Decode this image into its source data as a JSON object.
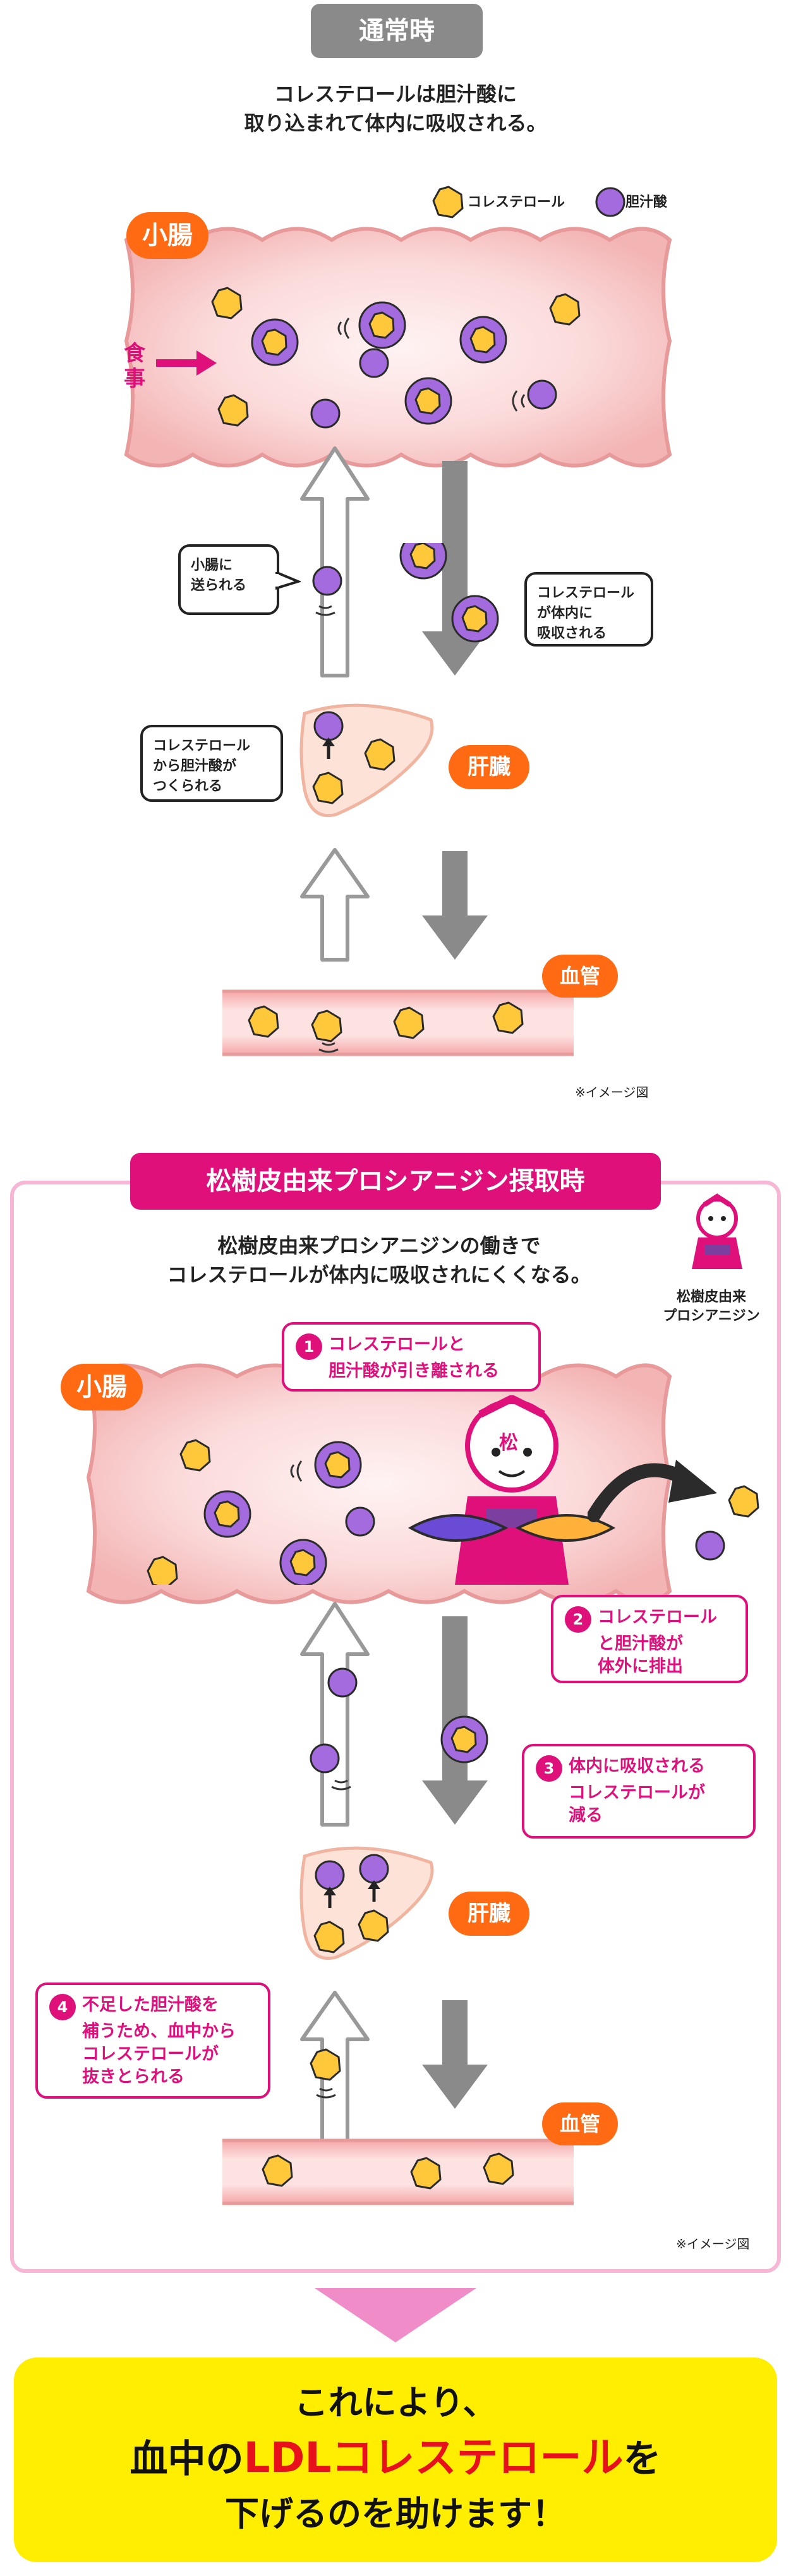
{
  "normal": {
    "title": "通常時",
    "desc_line1": "コレステロールは胆汁酸に",
    "desc_line2": "取り込まれて体内に吸収される。",
    "legend": {
      "cholesterol": "コレステロール",
      "bile_acid": "胆汁酸"
    },
    "small_intestine": "小腸",
    "meal": "食事",
    "callout_sent_1": "小腸に",
    "callout_sent_2": "送られる",
    "callout_absorbed_1": "コレステロール",
    "callout_absorbed_2": "が体内に",
    "callout_absorbed_3": "吸収される",
    "callout_made_1": "コレステロール",
    "callout_made_2": "から胆汁酸が",
    "callout_made_3": "つくられる",
    "liver": "肝臓",
    "vessel": "血管",
    "note": "※イメージ図"
  },
  "pine": {
    "title": "松樹皮由来プロシアニジン摂取時",
    "desc_line1": "松樹皮由来プロシアニジンの働きで",
    "desc_line2": "コレステロールが体内に吸収されにくくなる。",
    "character_label_1": "松樹皮由来",
    "character_label_2": "プロシアニジン",
    "character_mark": "松",
    "small_intestine": "小腸",
    "callouts": [
      {
        "num": "1",
        "line1": "コレステロールと",
        "line2": "胆汁酸が引き離される",
        "line3": ""
      },
      {
        "num": "2",
        "line1": "コレステロール",
        "line2": "と胆汁酸が",
        "line3": "体外に排出"
      },
      {
        "num": "3",
        "line1": "体内に吸収される",
        "line2": "コレステロールが",
        "line3": "減る"
      },
      {
        "num": "4",
        "line1": "不足した胆汁酸を",
        "line2": "補うため、血中から",
        "line3": "コレステロールが",
        "line4": "抜きとられる"
      }
    ],
    "liver": "肝臓",
    "vessel": "血管",
    "note": "※イメージ図"
  },
  "final": {
    "line1": "これにより、",
    "line2_pre": "血中の",
    "line2_em": "LDLコレステロール",
    "line2_post": "を",
    "line3": "下げるのを助けます！"
  },
  "colors": {
    "accent_pink": "#e0107a",
    "organ_orange": "#ff6a12",
    "cholesterol_yellow": "#ffc83a",
    "bile_purple": "#9b59d6",
    "intestine_pink": "#f7c8c8",
    "final_yellow": "#ffee00"
  }
}
